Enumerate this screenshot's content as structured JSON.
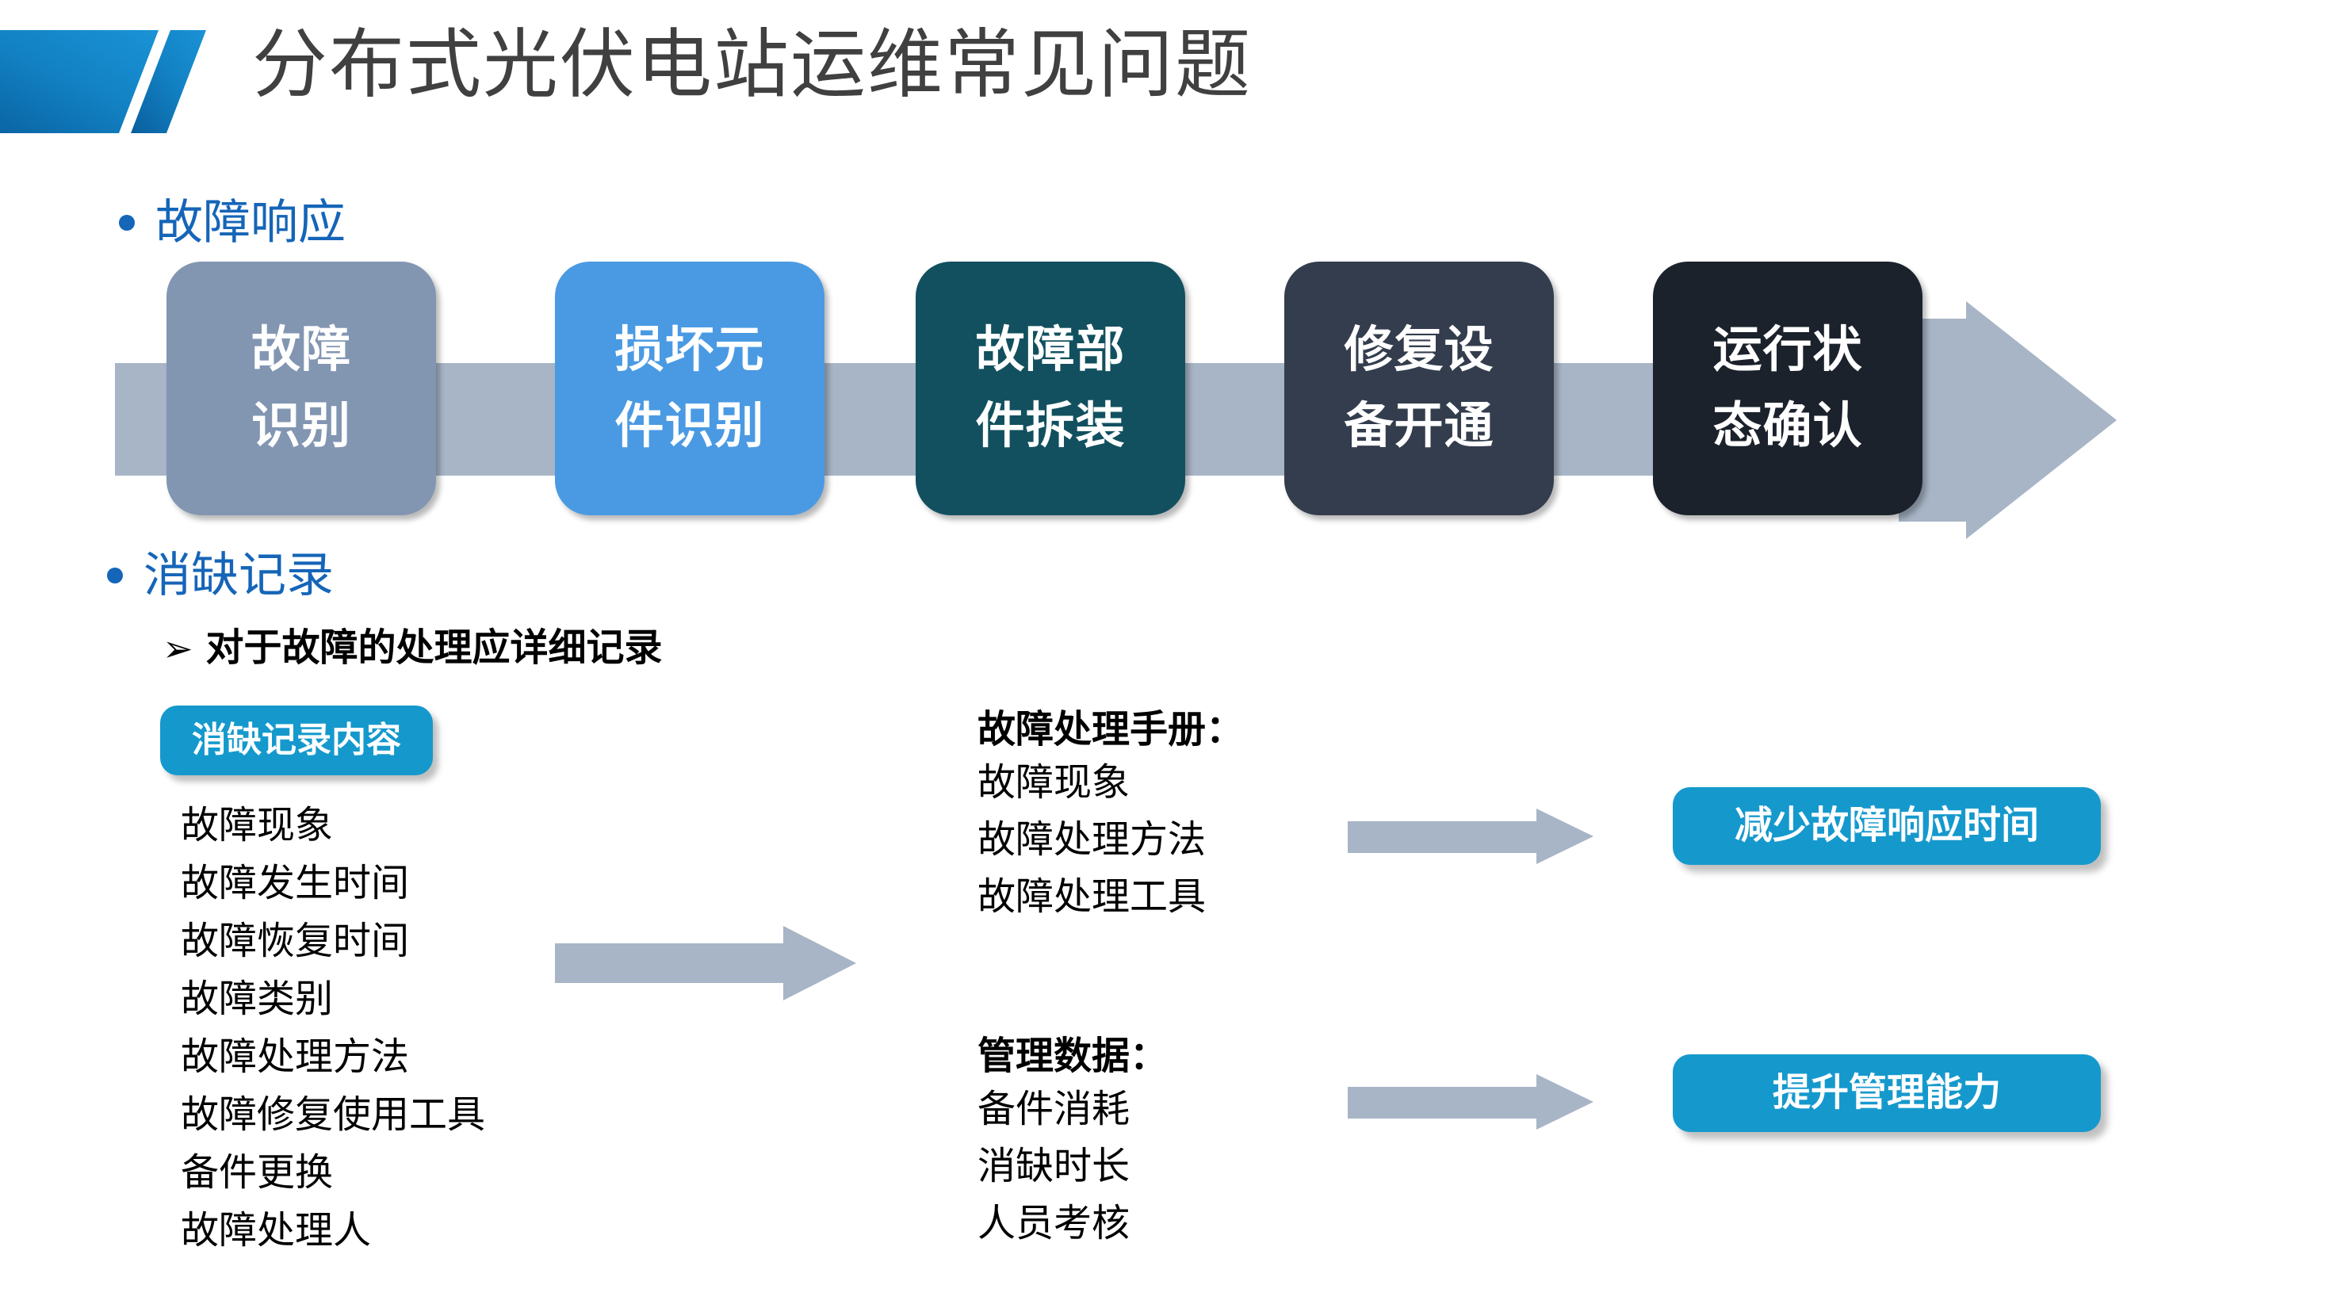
{
  "header": {
    "title": "分布式光伏电站运维常见问题",
    "logo_icon": "parallelogram-logo",
    "title_color": "#404040",
    "logo_color": "#1684c4"
  },
  "sections": {
    "fault_response": {
      "bullet_label": "故障响应",
      "bullet_color": "#1565b8",
      "flow": {
        "arrow_color": "#a8b5c6",
        "steps": [
          {
            "lines": [
              "故障",
              "识别"
            ],
            "color": "#8296b2"
          },
          {
            "lines": [
              "损坏元",
              "件识别"
            ],
            "color": "#4a9ae3"
          },
          {
            "lines": [
              "故障部",
              "件拆装"
            ],
            "color": "#12505f"
          },
          {
            "lines": [
              "修复设",
              "备开通"
            ],
            "color": "#333d4d"
          },
          {
            "lines": [
              "运行状",
              "态确认"
            ],
            "color": "#1b222c"
          }
        ]
      }
    },
    "defect_record": {
      "bullet_label": "消缺记录",
      "bullet_color": "#1565b8",
      "sub_bullet": {
        "marker": "➢",
        "label": "对于故障的处理应详细记录"
      },
      "record_badge": {
        "label": "消缺记录内容",
        "color": "#1599cd"
      },
      "record_items": [
        "故障现象",
        "故障发生时间",
        "故障恢复时间",
        "故障类别",
        "故障处理方法",
        "故障修复使用工具",
        "备件更换",
        "故障处理人"
      ],
      "middle_groups": [
        {
          "title": "故障处理手册：",
          "items": [
            "故障现象",
            "故障处理方法",
            "故障处理工具"
          ]
        },
        {
          "title": "管理数据：",
          "items": [
            "备件消耗",
            "消缺时长",
            "人员考核"
          ]
        }
      ],
      "results": [
        {
          "label": "减少故障响应时间",
          "color": "#1599cd"
        },
        {
          "label": "提升管理能力",
          "color": "#1599cd"
        }
      ]
    }
  }
}
